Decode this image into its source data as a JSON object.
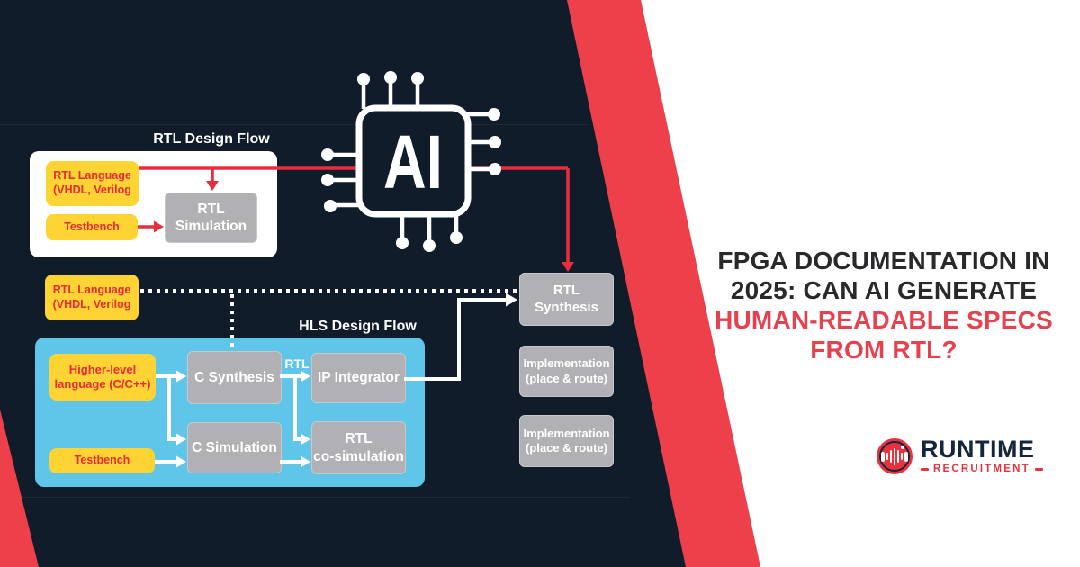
{
  "colors": {
    "navy": "#101c2a",
    "stripe_red": "#ee404a",
    "arrow_red": "#e82d3d",
    "yellow": "#fdd433",
    "yellow_text_red": "#e62b3a",
    "gray_box": "#b1b1b5",
    "blue_panel": "#5fc6e9",
    "white": "#ffffff",
    "headline_dark": "#29292b",
    "headline_red": "#e4424e",
    "logo_navy": "#15253b",
    "logo_red": "#e8333f"
  },
  "diagram": {
    "ai_chip": {
      "icon": "ai-chip-icon",
      "label": "AI"
    },
    "rtl_flow": {
      "title": "RTL Design Flow",
      "rtl_language": {
        "line1": "RTL Language",
        "line2": "(VHDL, Verilog"
      },
      "testbench": {
        "label": "Testbench"
      },
      "rtl_simulation": {
        "line1": "RTL",
        "line2": "Simulation"
      }
    },
    "rtl_language_standalone": {
      "line1": "RTL Language",
      "line2": "(VHDL, Verilog"
    },
    "hls_flow": {
      "title": "HLS Design Flow",
      "higher_level": {
        "line1": "Higher-level",
        "line2": "language (C/C++)"
      },
      "testbench": {
        "label": "Testbench"
      },
      "c_synthesis": {
        "label": "C Synthesis"
      },
      "c_simulation": {
        "label": "C Simulation"
      },
      "ip_integrator": {
        "label": "IP Integrator"
      },
      "rtl_cosimulation": {
        "line1": "RTL",
        "line2": "co-simulation"
      },
      "rtl_edge_label": "RTL"
    },
    "backend": {
      "rtl_synthesis": {
        "line1": "RTL",
        "line2": "Synthesis"
      },
      "implementation_1": {
        "line1": "Implementation",
        "line2": "(place & route)"
      },
      "implementation_2": {
        "line1": "Implementation",
        "line2": "(place & route)"
      }
    }
  },
  "headline": {
    "line1": "FPGA DOCUMENTATION IN",
    "line2": "2025: CAN AI GENERATE",
    "line3": "HUMAN-READABLE SPECS",
    "line4": "FROM RTL?"
  },
  "logo": {
    "icon": "barbell-waveform-badge-icon",
    "name": "RUNTIME",
    "tagline": "RECRUITMENT"
  }
}
